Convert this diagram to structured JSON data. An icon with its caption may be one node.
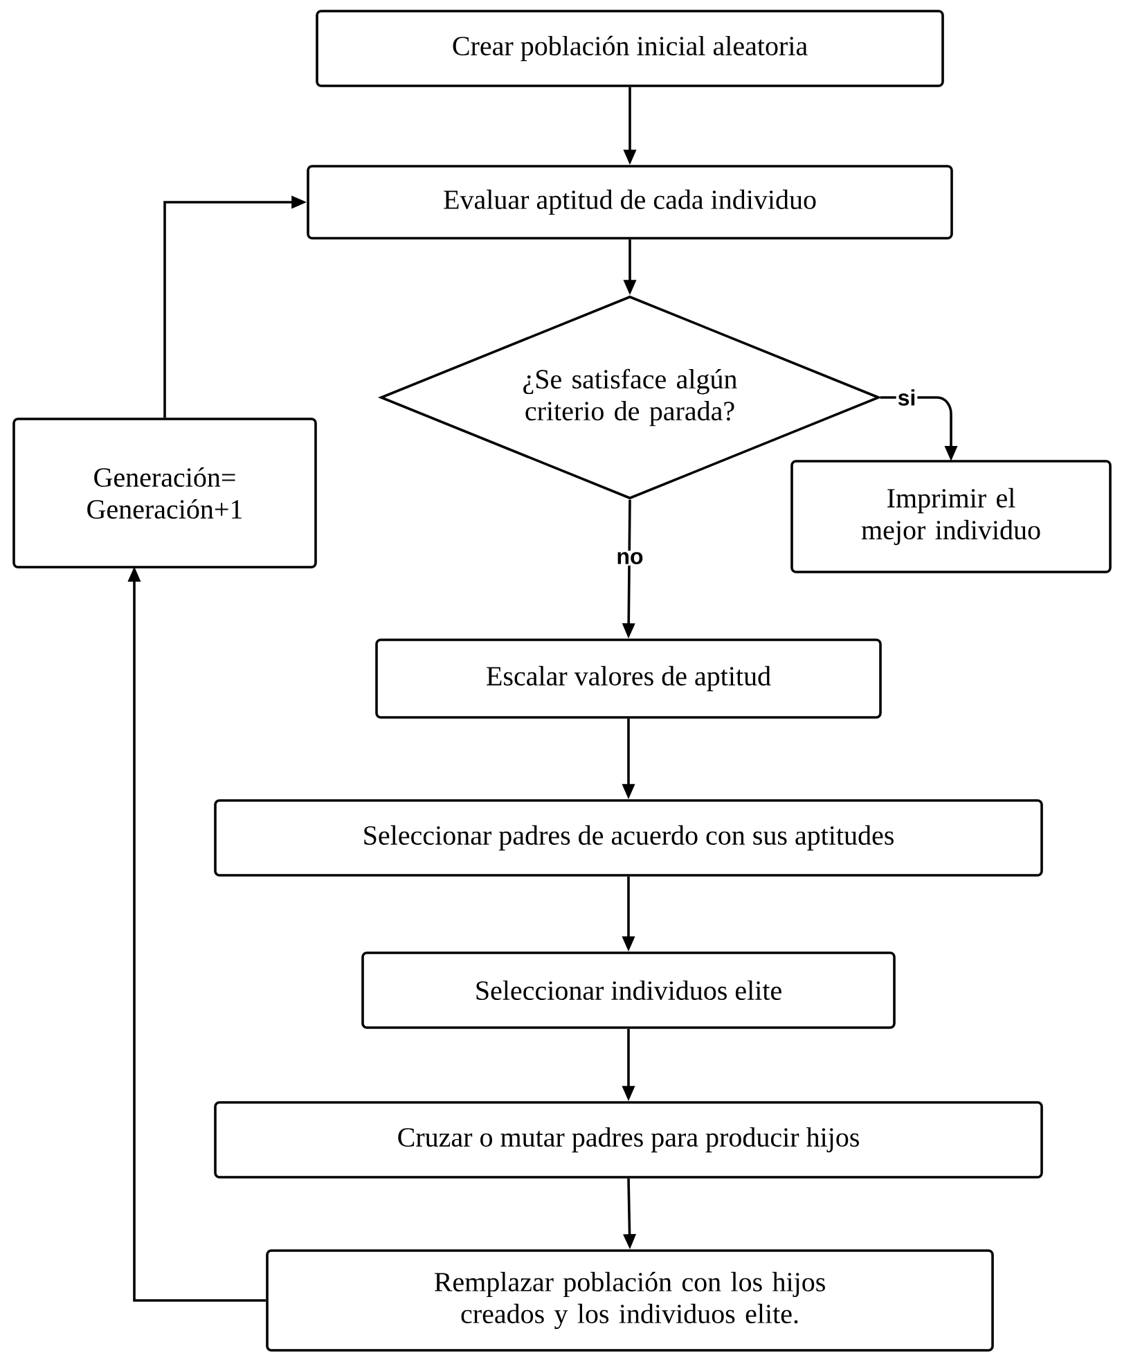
{
  "diagram": {
    "nodes": [
      {
        "text": [
          "Crear población inicial aleatoria"
        ]
      },
      {
        "text": [
          "Evaluar aptitud de cada individuo"
        ]
      },
      {
        "text": [
          "¿Se satisface algún criterio de parada?"
        ]
      },
      {
        "text": [
          "Imprimir el mejor individuo"
        ]
      },
      {
        "text": [
          "Escalar valores de aptitud"
        ]
      },
      {
        "text": [
          "Seleccionar padres de acuerdo con sus aptitudes"
        ]
      },
      {
        "text": [
          "Seleccionar individuos elite"
        ]
      },
      {
        "text": [
          "Cruzar o mutar padres para producir hijos"
        ]
      },
      {
        "text": [
          "Remplazar población con los hijos creados y los individuos elite."
        ]
      },
      {
        "text": [
          "Generación= Generación+1"
        ]
      }
    ],
    "edges": [
      {
        "from": 0,
        "to": 1,
        "arrow": "to"
      },
      {
        "from": 1,
        "to": 2,
        "arrow": "to"
      },
      {
        "from": 2,
        "to": 3,
        "arrow": "to",
        "label": "si"
      },
      {
        "from": 2,
        "to": 4,
        "arrow": "to",
        "label": "no"
      },
      {
        "from": 4,
        "to": 5,
        "arrow": "to"
      },
      {
        "from": 5,
        "to": 6,
        "arrow": "to"
      },
      {
        "from": 6,
        "to": 7,
        "arrow": "to"
      },
      {
        "from": 7,
        "to": 8,
        "arrow": "to"
      },
      {
        "from": 8,
        "to": 9,
        "arrow": "to"
      },
      {
        "from": 9,
        "to": 1,
        "arrow": "to"
      }
    ]
  }
}
